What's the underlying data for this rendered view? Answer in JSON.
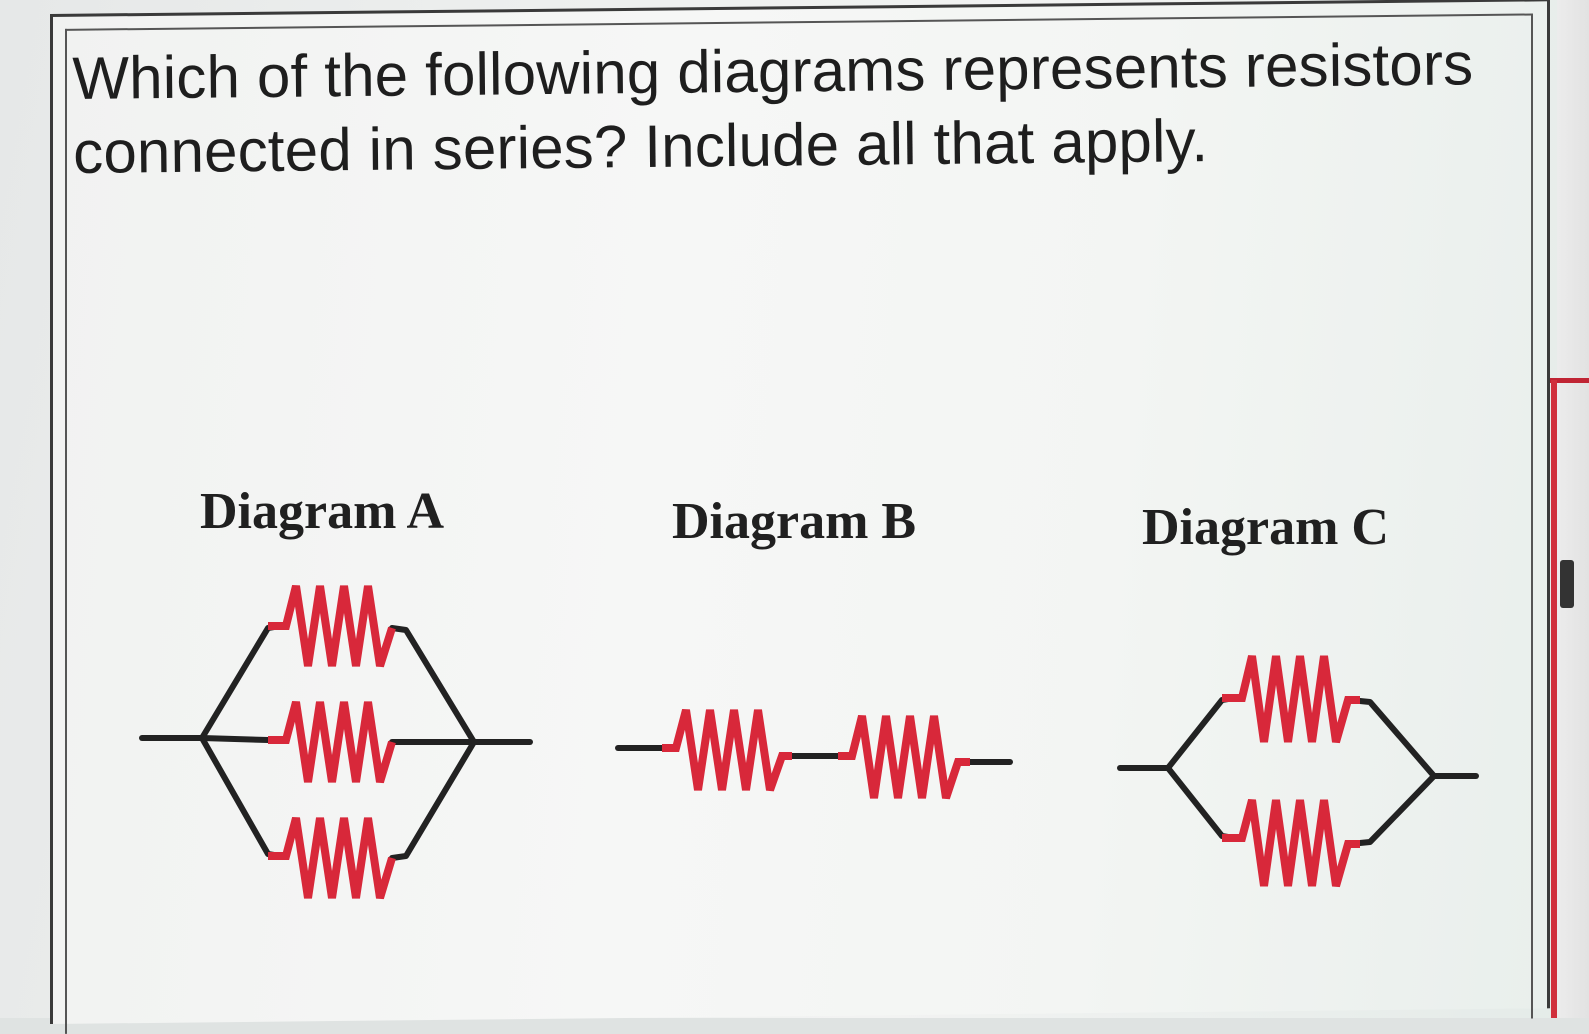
{
  "question": {
    "text": "Which of the following diagrams represents resistors connected in series? Include all that apply."
  },
  "diagrams": [
    {
      "label": "Diagram A",
      "arrangement": "parallel",
      "resistor_count": 3
    },
    {
      "label": "Diagram B",
      "arrangement": "series",
      "resistor_count": 2
    },
    {
      "label": "Diagram C",
      "arrangement": "parallel",
      "resistor_count": 2
    }
  ],
  "colors": {
    "resistor": "#d8283a",
    "wire": "#222222",
    "text": "#1e1e1e"
  }
}
